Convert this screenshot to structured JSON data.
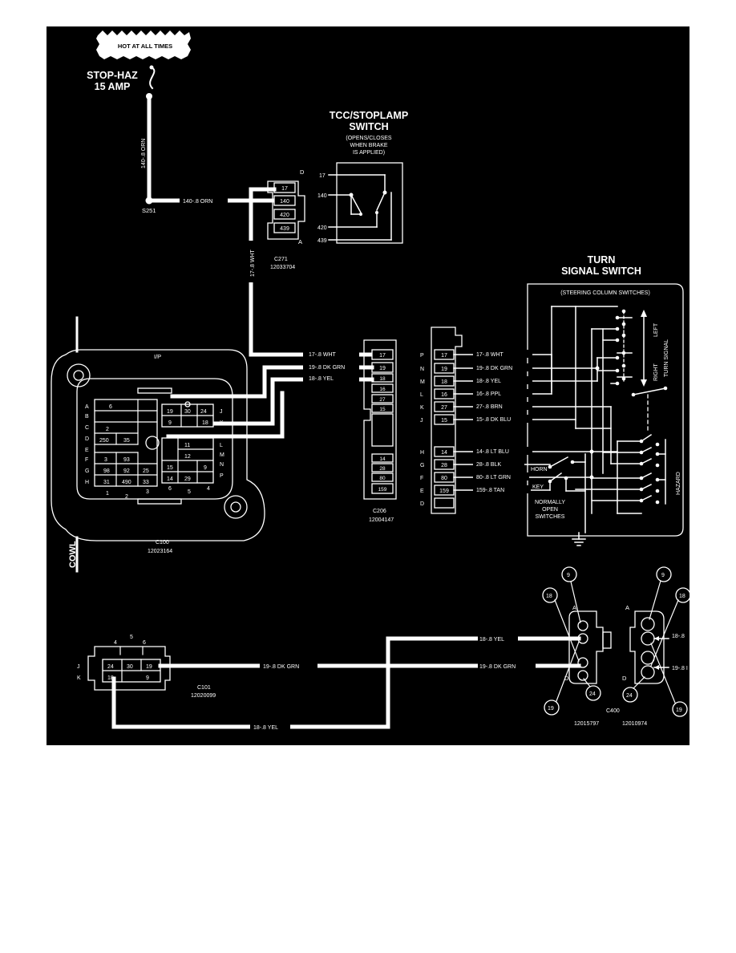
{
  "hot_tag": "HOT AT ALL TIMES",
  "fuse": {
    "line1": "STOP-HAZ",
    "line2": "15 AMP"
  },
  "wires": {
    "fuse_vertical": "140-.8 ORN",
    "s251_to_c271": "140-.8 ORN",
    "c271_to_c206": "17-.8 WHT",
    "c100_17": "17-.8 WHT",
    "c100_19": "19-.8 DK GRN",
    "c100_18": "18-.8 YEL",
    "bottom_c101_dkgrn": "19-.8 DK GRN",
    "bottom_c400_dkgrn": "19-.8 DK GRN",
    "bottom_c400_yel": "18-.8 YEL",
    "bottom_c101_yel": "18-.8 YEL"
  },
  "splice": {
    "label": "S251"
  },
  "tcc_switch": {
    "title1": "TCC/STOPLAMP",
    "title2": "SWITCH",
    "note": [
      "(OPENS/CLOSES",
      "WHEN BRAKE",
      "IS APPLIED)"
    ],
    "terminals": [
      "17",
      "140",
      "420",
      "439"
    ]
  },
  "c271": {
    "pins": [
      "17",
      "140",
      "420",
      "439"
    ],
    "label_top": "D",
    "label_bottom": "A",
    "name": "C271",
    "part": "12033704"
  },
  "turn_switch": {
    "title1": "TURN",
    "title2": "SIGNAL SWITCH",
    "subtitle": "(STEERING COLUMN SWITCHES)",
    "side_left": "LEFT",
    "side_turn": "TURN SIGNAL",
    "side_right": "RIGHT",
    "hazard": "HAZARD",
    "horn": "HORN",
    "key": "KEY",
    "normally": [
      "NORMALLY",
      "OPEN",
      "SWITCHES"
    ]
  },
  "c206": {
    "pins": [
      "17",
      "19",
      "18",
      "16",
      "27",
      "15",
      "",
      "14",
      "28",
      "80",
      "159"
    ],
    "name": "C206",
    "part": "12004147"
  },
  "column_connector": {
    "letters": [
      "P",
      "N",
      "M",
      "L",
      "K",
      "J",
      "H",
      "G",
      "F",
      "E",
      "D"
    ],
    "pins": [
      "17",
      "19",
      "18",
      "16",
      "27",
      "15",
      "14",
      "28",
      "80",
      "159",
      ""
    ],
    "wires": [
      "17-.8 WHT",
      "19-.8 DK GRN",
      "18-.8 YEL",
      "16-.8 PPL",
      "27-.8 BRN",
      "15-.8 DK BLU",
      "14-.8 LT BLU",
      "28-.8 BLK",
      "80-.8 LT GRN",
      "159-.8 TAN"
    ]
  },
  "c100": {
    "ip": "I/P",
    "cowl": "COWL",
    "name": "C100",
    "part": "12023164",
    "rows": [
      "A",
      "B",
      "C",
      "D",
      "E",
      "F",
      "G",
      "H"
    ],
    "right_rows": [
      "J",
      "K",
      "L",
      "M",
      "N",
      "P"
    ],
    "cols": [
      "1",
      "2",
      "3",
      "6",
      "5",
      "4"
    ],
    "cells": {
      "a6": "6",
      "c2": "2",
      "d250": "250",
      "d35": "35",
      "f3": "3",
      "f93": "93",
      "g98": "98",
      "g92": "92",
      "g25": "25",
      "h31": "31",
      "h490": "490",
      "h33": "33",
      "j19": "19",
      "j30": "30",
      "j24": "24",
      "k9": "9",
      "k18": "18",
      "l11": "11",
      "m12": "12",
      "n15": "15",
      "n9": "9",
      "p14": "14",
      "p29": "29"
    }
  },
  "c101": {
    "top_labels": [
      "4",
      "5",
      "6"
    ],
    "side_labels": [
      "J",
      "K"
    ],
    "cells": [
      "24",
      "30",
      "19",
      "18",
      "9"
    ],
    "name": "C101",
    "part": "12020099"
  },
  "c400": {
    "name": "C400",
    "part_left": "12015797",
    "part_right": "12010974",
    "callouts": [
      "9",
      "18",
      "24",
      "19"
    ],
    "letters": [
      "A",
      "D"
    ],
    "right_wire_1": "18-.8",
    "right_wire_2": "19-.8 I"
  }
}
